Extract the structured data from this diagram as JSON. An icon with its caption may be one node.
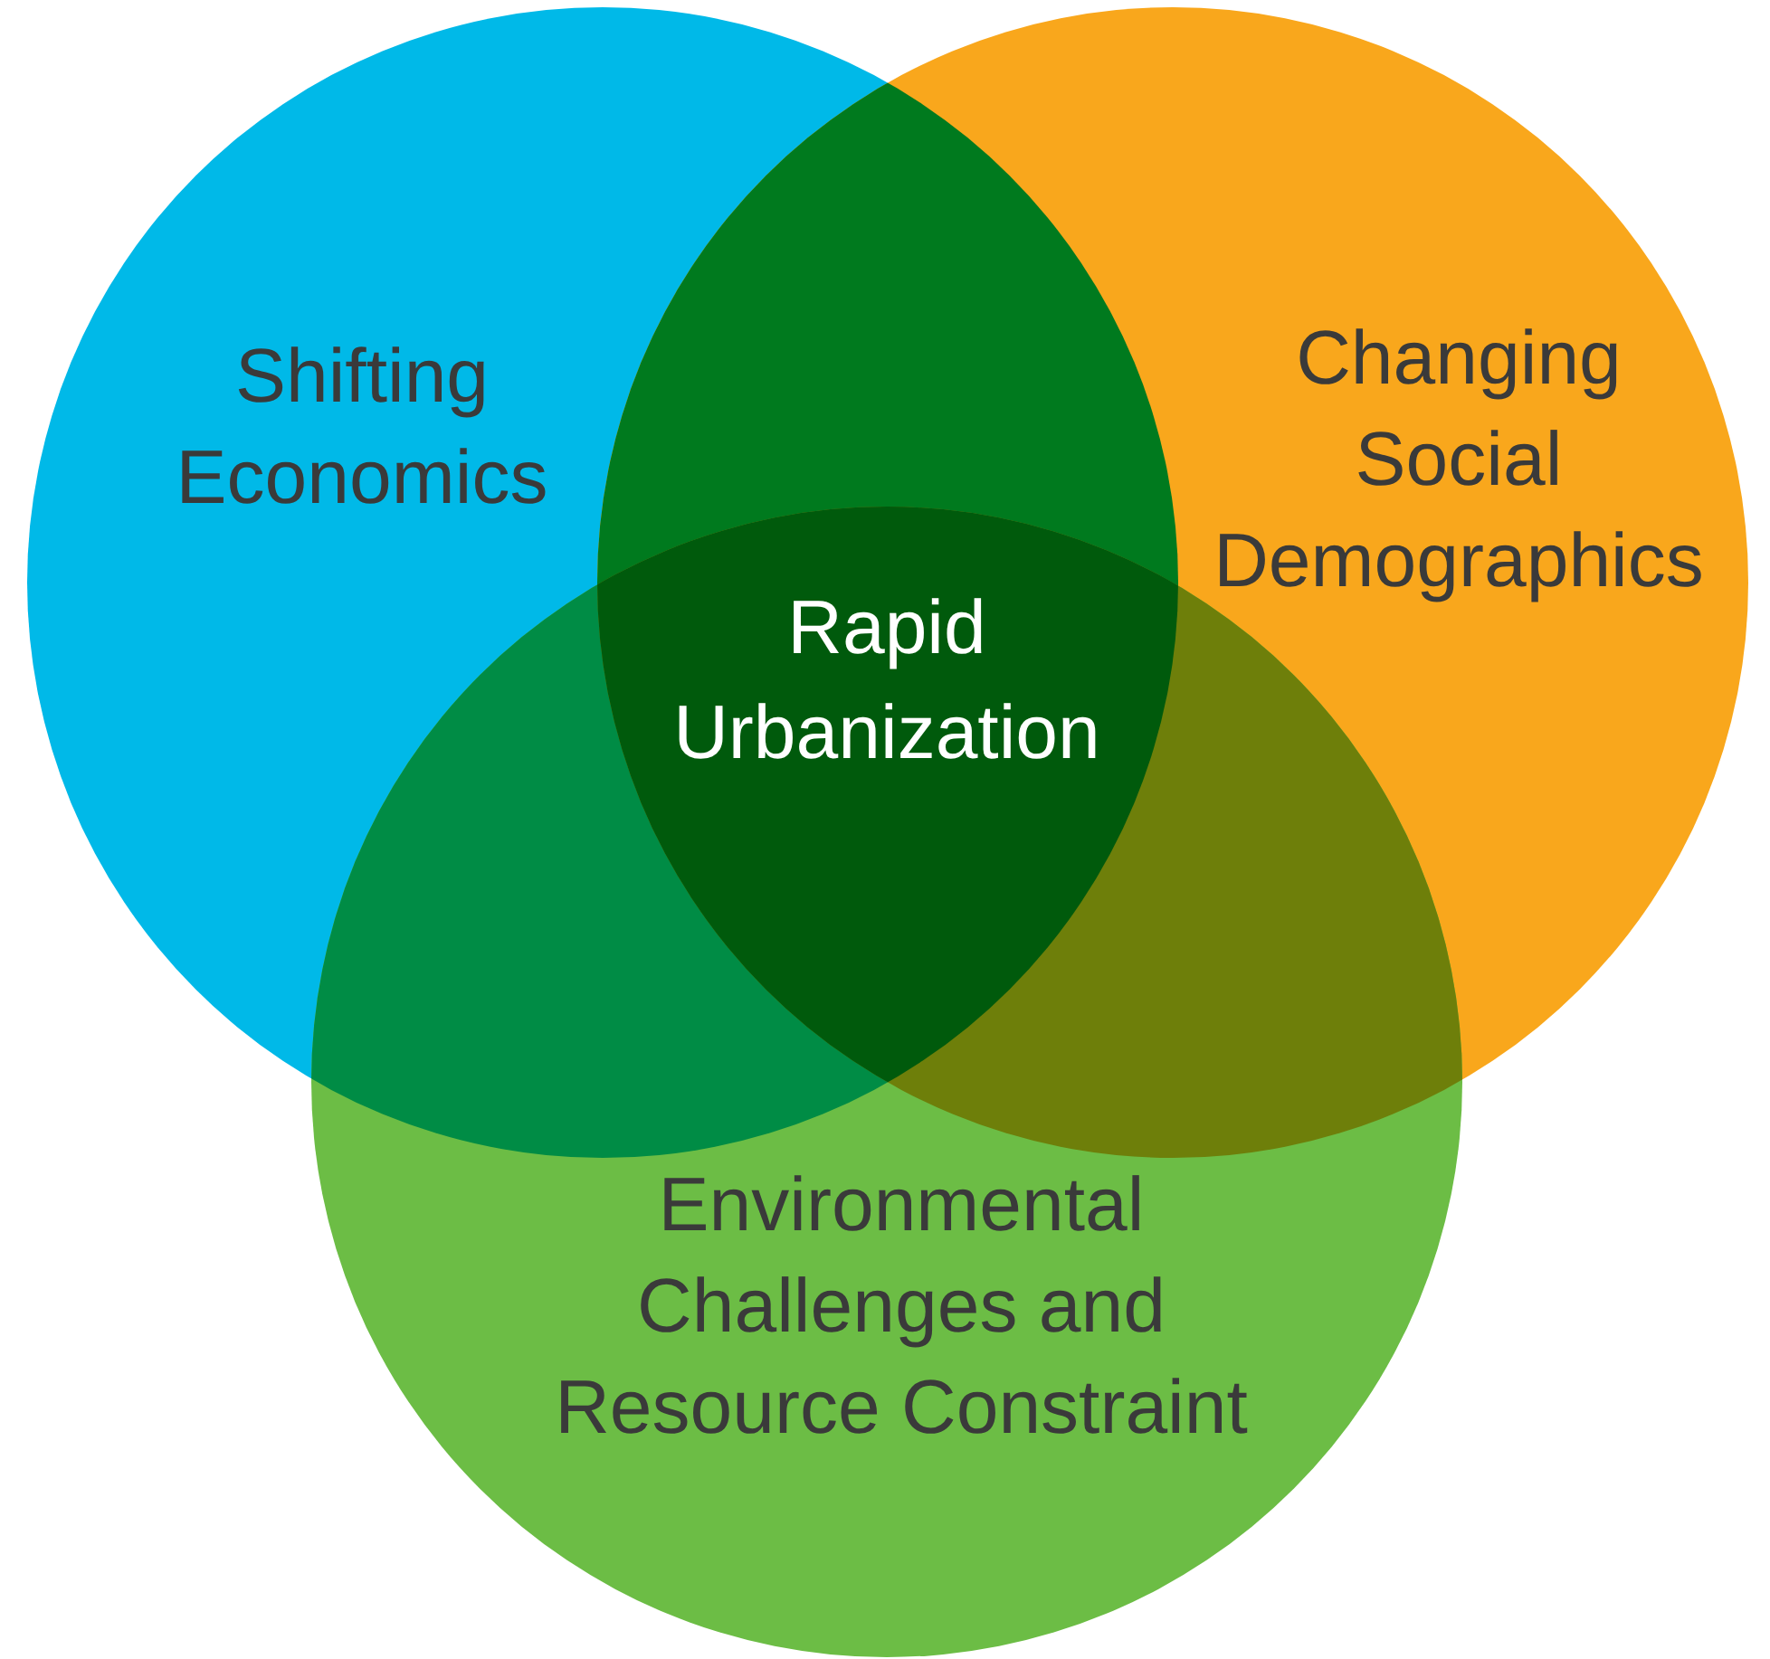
{
  "diagram": {
    "nodes": [
      {
        "text": [
          "Shifting Economics"
        ]
      },
      {
        "text": [
          "Changing Social Demographics"
        ]
      },
      {
        "text": [
          "Environmental Challenges and Resource Constraint"
        ]
      }
    ],
    "labels": [
      "Rapid Urbanization"
    ]
  }
}
